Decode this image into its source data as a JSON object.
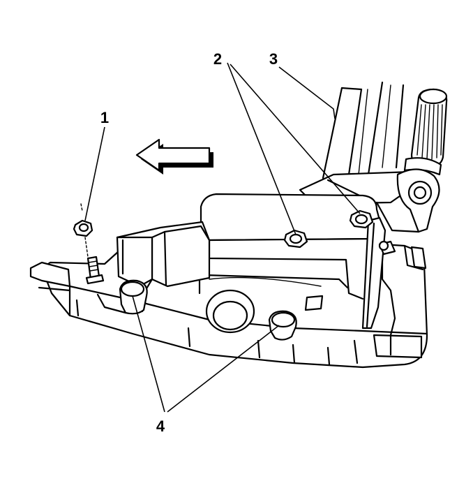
{
  "diagram": {
    "callouts": [
      {
        "id": "1",
        "label": "1"
      },
      {
        "id": "2",
        "label": "2"
      },
      {
        "id": "3",
        "label": "3"
      },
      {
        "id": "4",
        "label": "4"
      }
    ],
    "colors": {
      "line": "#000000",
      "background": "#ffffff"
    },
    "icons": [
      "direction-arrow-icon"
    ]
  }
}
